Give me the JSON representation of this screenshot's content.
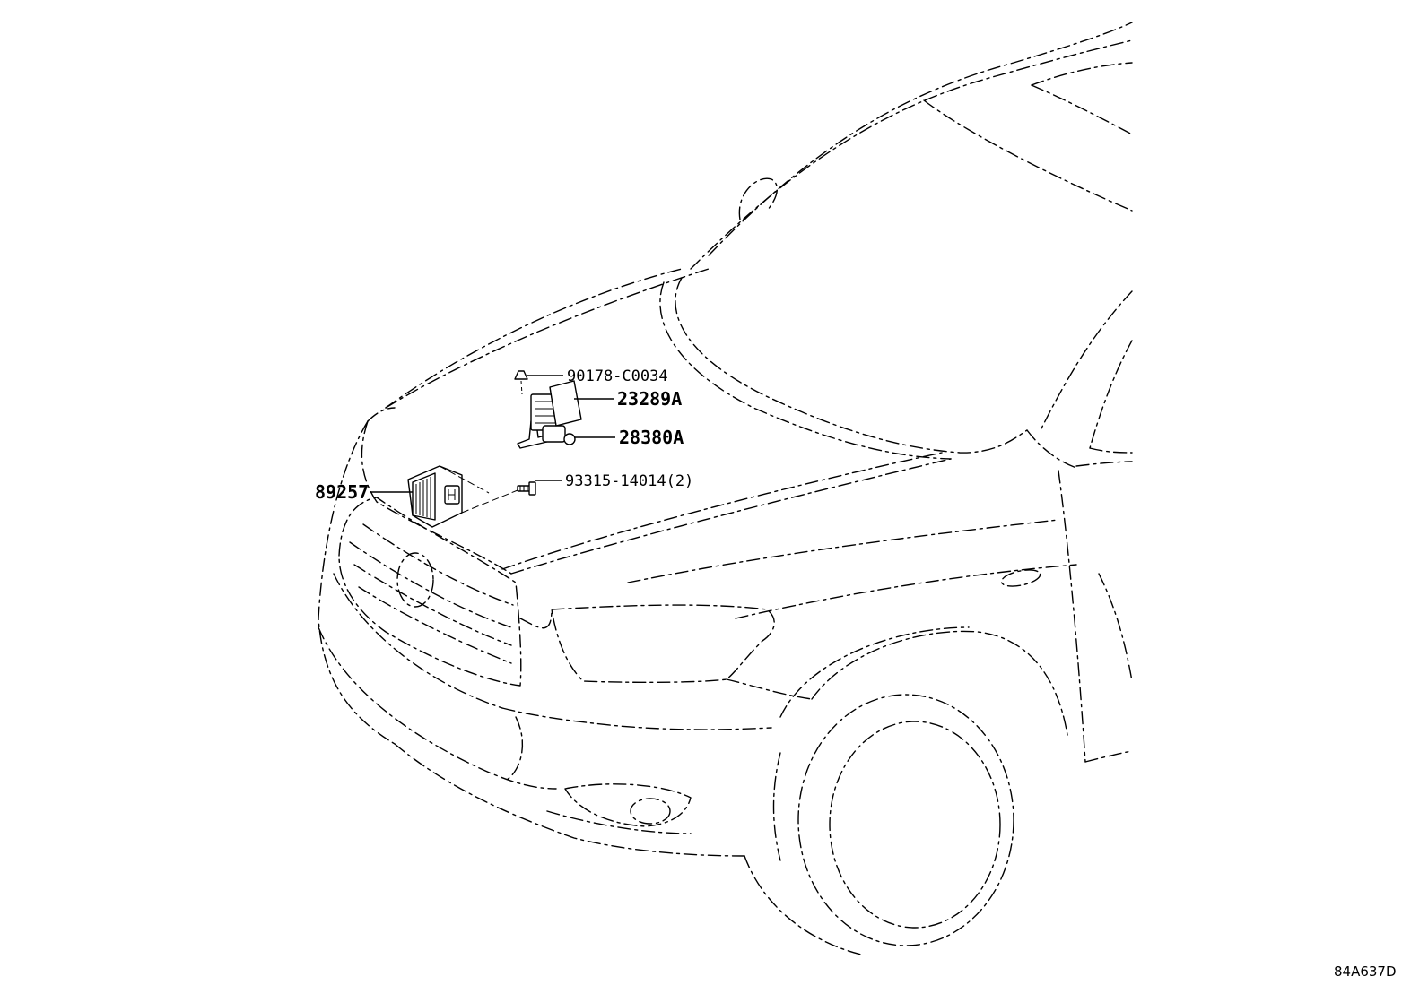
{
  "diagram": {
    "callouts": [
      {
        "id": "clip",
        "text": "90178-C0034"
      },
      {
        "id": "cover",
        "text": "23289A"
      },
      {
        "id": "sensor",
        "text": "28380A"
      },
      {
        "id": "bolt",
        "text": "93315-14014(2)"
      },
      {
        "id": "radar",
        "text": "89257"
      }
    ],
    "reference_code": "84A637D"
  }
}
